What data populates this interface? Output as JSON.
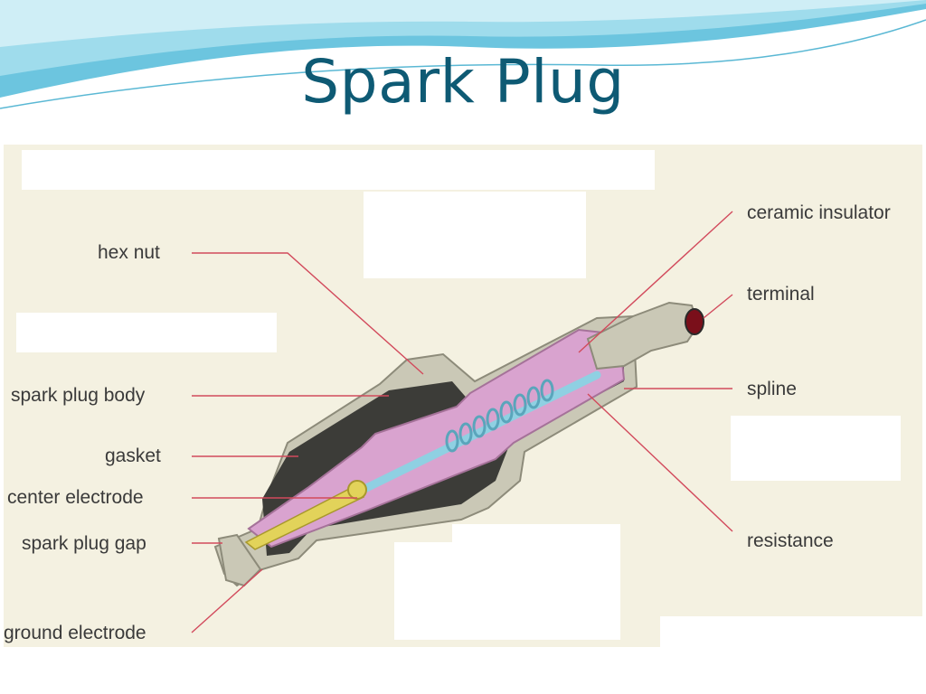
{
  "slide": {
    "title": "Spark Plug"
  },
  "diagram": {
    "labels": {
      "hex_nut": "hex nut",
      "spark_plug_body": "spark plug body",
      "gasket": "gasket",
      "center_electrode": "center electrode",
      "spark_plug_gap": "spark plug gap",
      "ground_electrode": "ground electrode",
      "ceramic_insulator": "ceramic insulator",
      "terminal": "terminal",
      "spline": "spline",
      "resistance": "resistance"
    },
    "colors": {
      "leader_line": "#d24a5c",
      "insulator": "#d9a3cf",
      "metal_shell": "#c9c7b6",
      "dark_shell": "#3c3c38",
      "electrode": "#e2d35a",
      "conductor": "#8fd0e2",
      "title": "#0e5a74",
      "background": "#f4f1e1"
    }
  }
}
